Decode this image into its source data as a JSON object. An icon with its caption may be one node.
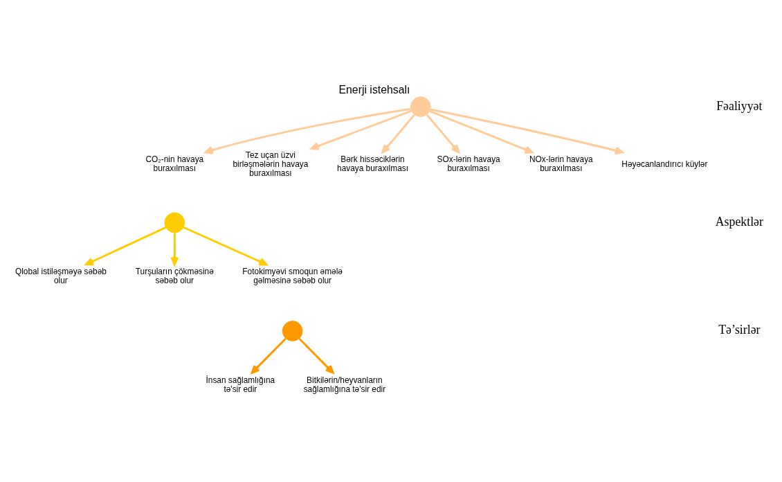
{
  "diagram": {
    "nodes": [
      {
        "text": [],
        "shape": "circle",
        "beside": [
          "Enerji istehsalı"
        ]
      },
      {
        "text": [
          "CO₂-nin havaya buraxılması"
        ]
      },
      {
        "text": [
          "Tez uçan üzvi birləşmələrin havaya buraxılması"
        ]
      },
      {
        "text": [
          "Bərk hissəciklərin havaya buraxılması"
        ]
      },
      {
        "text": [
          "SOx-lərin havaya buraxılması"
        ]
      },
      {
        "text": [
          "NOx-lərin havaya buraxılması"
        ]
      },
      {
        "text": [
          "Həyəcanlandırıcı küylər"
        ]
      },
      {
        "text": [],
        "shape": "circle"
      },
      {
        "text": [
          "Qlobal istiləşməyə səbəb olur"
        ]
      },
      {
        "text": [
          "Turşuların çökməsinə səbəb olur"
        ]
      },
      {
        "text": [
          "Fotokimyəvi smoqun əmələ gəlməsinə səbəb olur"
        ]
      },
      {
        "text": [],
        "shape": "circle"
      },
      {
        "text": [
          "İnsan sağlamlığına tə'sir edir"
        ]
      },
      {
        "text": [
          "Bitkilərin/heyvanların sağlamlığına tə'sir edir"
        ]
      }
    ],
    "edges": [
      {
        "from": 0,
        "to": 2,
        "arrow": "to"
      },
      {
        "from": 0,
        "to": 3,
        "arrow": "to"
      },
      {
        "from": 0,
        "to": 4,
        "arrow": "to"
      },
      {
        "from": 0,
        "to": 5,
        "arrow": "to"
      },
      {
        "from": 0,
        "to": 6,
        "arrow": "to"
      },
      {
        "from": 0,
        "to": 1,
        "arrow": "to"
      },
      {
        "from": 7,
        "to": 8,
        "arrow": "to",
        "color": "#ffcc00"
      },
      {
        "from": 7,
        "to": 9,
        "arrow": "to",
        "color": "#ffcc00"
      },
      {
        "from": 7,
        "to": 10,
        "arrow": "to",
        "color": "#ffcc00"
      },
      {
        "from": 11,
        "to": 12,
        "arrow": "to",
        "color": "#ff9900"
      },
      {
        "from": 11,
        "to": 13,
        "arrow": "to",
        "color": "#ff9900"
      }
    ],
    "labels": [
      "Fəaliyyət",
      "Aspektlər",
      "Tə’sirlər"
    ]
  }
}
